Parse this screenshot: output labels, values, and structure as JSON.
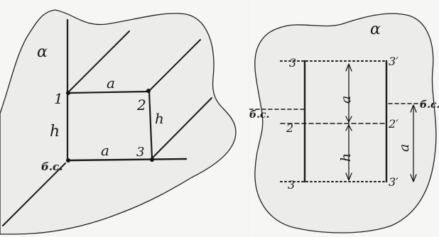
{
  "left_panel": {
    "plane_label": "α",
    "height_label": "h",
    "top_edge_label": "a",
    "bottom_edge_label": "a",
    "right_edge_label": "h",
    "point_1": "1",
    "point_2": "2",
    "point_3": "3",
    "base_point": "б.с."
  },
  "right_panel": {
    "plane_label": "α",
    "top_left_label": "3",
    "top_right_label": "3′",
    "middle_left_label": "2",
    "middle_right_label": "2′",
    "bottom_left_label": "3",
    "bottom_right_label": "3′",
    "upper_dim_label": "a",
    "lower_dim_label": "h",
    "right_dim_label": "a",
    "base_line_left": "б.с.",
    "base_line_right": "б.с."
  }
}
